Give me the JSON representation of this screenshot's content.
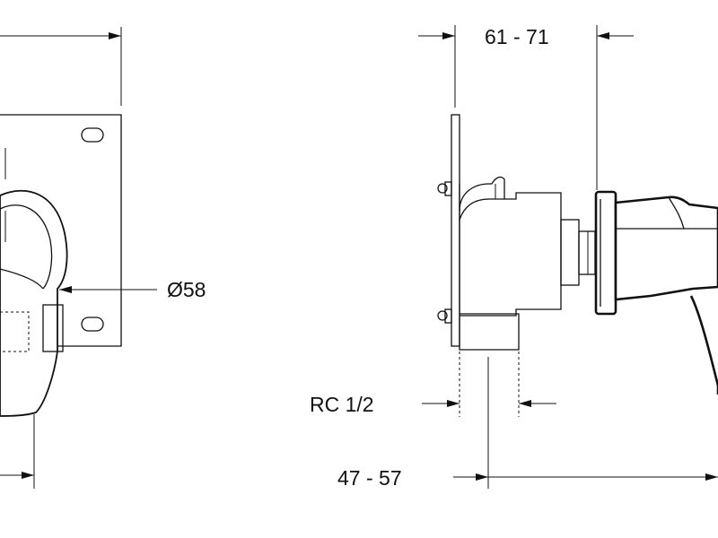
{
  "dimensions": {
    "diameter": "Ø58",
    "depth_range_top": "61 - 71",
    "thread": "RC 1/2",
    "depth_range_bottom": "47 - 57"
  }
}
